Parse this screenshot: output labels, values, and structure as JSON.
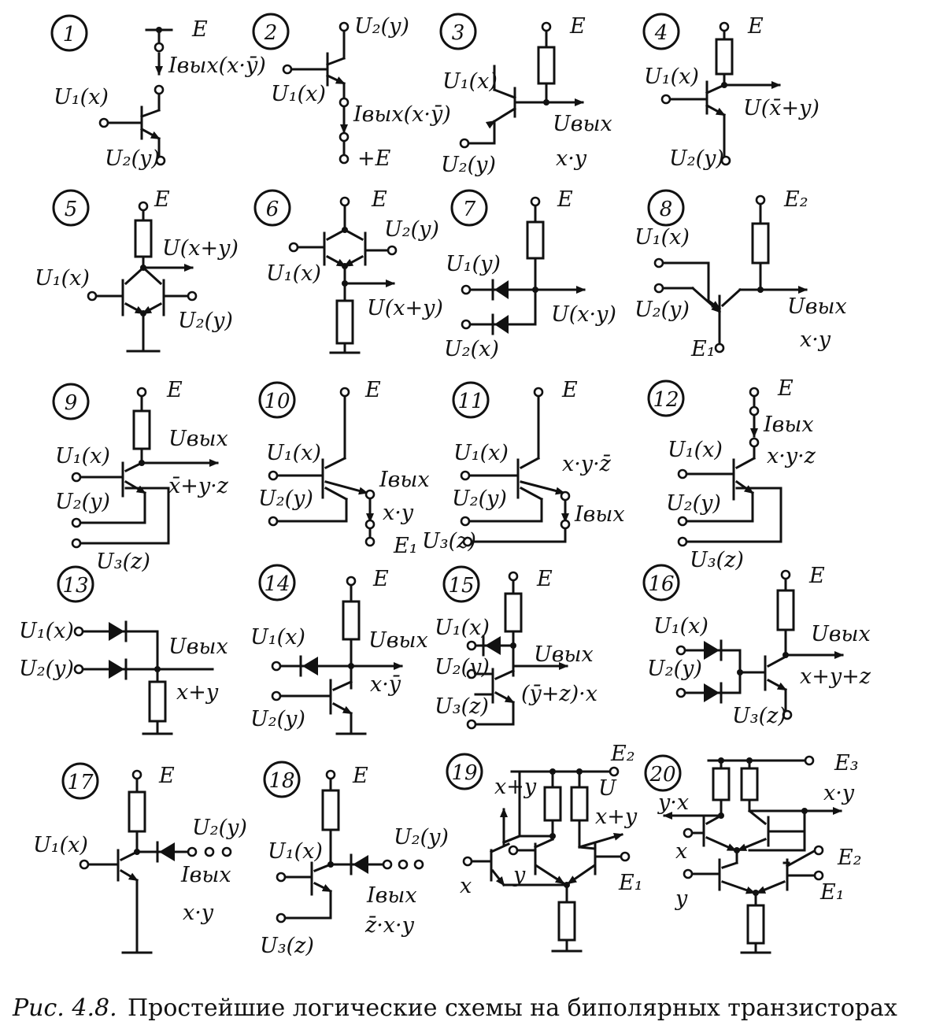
{
  "figure": {
    "caption_prefix": "Рис. 4.8.",
    "caption_text": "Простейшие логические схемы на биполярных транзисторах"
  },
  "circuits": [
    {
      "number": "1",
      "labels": [
        "E",
        "U₁(x)",
        "U₂(y)",
        "Iвых(x·ȳ)"
      ]
    },
    {
      "number": "2",
      "labels": [
        "U₂(y)",
        "U₁(x)",
        "Iвых(x·ȳ)",
        "+E"
      ]
    },
    {
      "number": "3",
      "labels": [
        "E",
        "U₁(x)",
        "U₂(y)",
        "Uвых",
        "x·y"
      ]
    },
    {
      "number": "4",
      "labels": [
        "E",
        "U₁(x)",
        "U(x̄+y)",
        "U₂(y)"
      ]
    },
    {
      "number": "5",
      "labels": [
        "E",
        "U(x+y)",
        "U₁(x)",
        "U₂(y)"
      ]
    },
    {
      "number": "6",
      "labels": [
        "E",
        "U₂(y)",
        "U₁(x)",
        "U(x+y)"
      ]
    },
    {
      "number": "7",
      "labels": [
        "E",
        "U₁(y)",
        "U(x·y)",
        "U₂(x)"
      ]
    },
    {
      "number": "8",
      "labels": [
        "E₂",
        "U₁(x)",
        "U₂(y)",
        "Uвых",
        "x·y",
        "E₁"
      ]
    },
    {
      "number": "9",
      "labels": [
        "E",
        "U₁(x)",
        "Uвых",
        "U₂(y)",
        "x̄+y·z",
        "U₃(z)"
      ]
    },
    {
      "number": "10",
      "labels": [
        "E",
        "U₁(x)",
        "U₂(y)",
        "Iвых",
        "x·y",
        "E₁"
      ]
    },
    {
      "number": "11",
      "labels": [
        "E",
        "U₁(x)",
        "x·y·z̄",
        "U₂(y)",
        "Iвых",
        "U₃(z)"
      ]
    },
    {
      "number": "12",
      "labels": [
        "E",
        "Iвых",
        "U₁(x)",
        "x·y·z",
        "U₂(y)",
        "U₃(z)"
      ]
    },
    {
      "number": "13",
      "labels": [
        "U₁(x)",
        "U₂(y)",
        "Uвых",
        "x+y"
      ]
    },
    {
      "number": "14",
      "labels": [
        "E",
        "U₁(x)",
        "Uвых",
        "x·ȳ",
        "U₂(y)"
      ]
    },
    {
      "number": "15",
      "labels": [
        "E",
        "U₁(x)",
        "Uвых",
        "U₂(y)",
        "(ȳ+z)·x",
        "U₃(z)"
      ]
    },
    {
      "number": "16",
      "labels": [
        "E",
        "U₁(x)",
        "Uвых",
        "U₂(y)",
        "x+y+z",
        "U₃(z)"
      ]
    },
    {
      "number": "17",
      "labels": [
        "E",
        "U₁(x)",
        "U₂(y)",
        "Iвых",
        "x·y"
      ]
    },
    {
      "number": "18",
      "labels": [
        "E",
        "U₁(x)",
        "U₂(y)",
        "Iвых",
        "z̄·x·y",
        "U₃(z)"
      ]
    },
    {
      "number": "19",
      "labels": [
        "E₂",
        "x+y",
        "U",
        "x+y",
        "x",
        "y",
        "E₁"
      ]
    },
    {
      "number": "20",
      "labels": [
        "E₃",
        "x·y",
        "y·x",
        "x",
        "E₂",
        "y",
        "E₁"
      ]
    }
  ]
}
